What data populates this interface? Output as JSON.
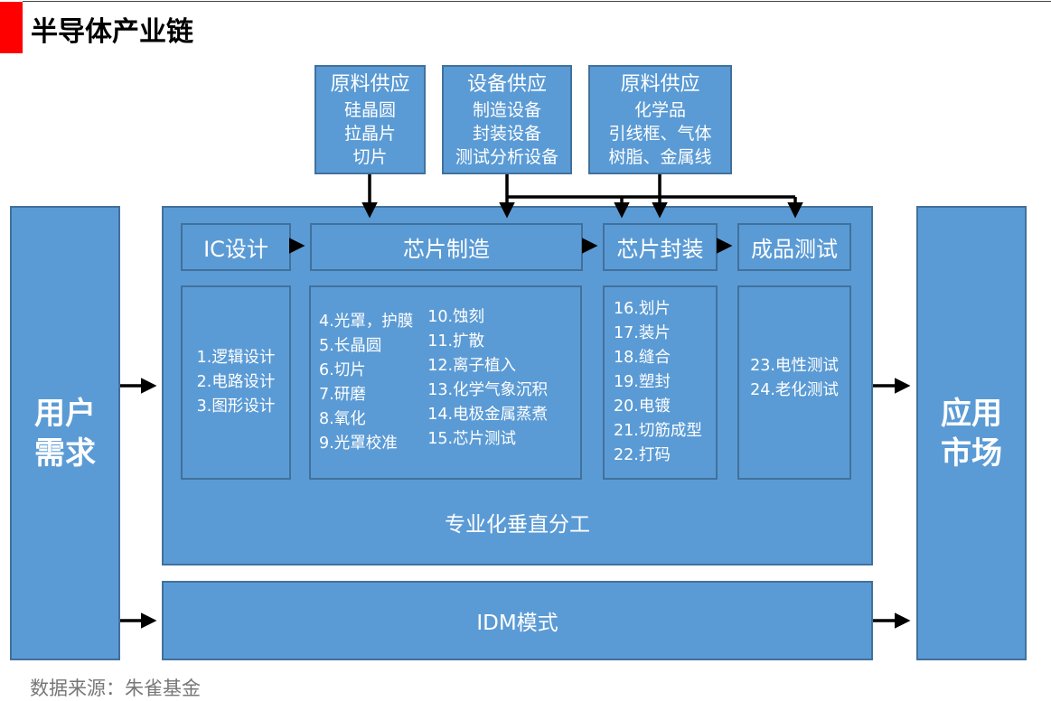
{
  "title": "半导体产业链",
  "suppliers": [
    {
      "heading": "原料供应",
      "lines": [
        "硅晶圆",
        "拉晶片",
        "切片"
      ]
    },
    {
      "heading": "设备供应",
      "lines": [
        "制造设备",
        "封装设备",
        "测试分析设备"
      ]
    },
    {
      "heading": "原料供应",
      "lines": [
        "化学品",
        "引线框、气体",
        "树脂、金属线"
      ]
    }
  ],
  "left_box": {
    "line1": "用户",
    "line2": "需求"
  },
  "right_box": {
    "line1": "应用",
    "line2": "市场"
  },
  "stages": [
    "IC设计",
    "芯片制造",
    "芯片封装",
    "成品测试"
  ],
  "details": {
    "design": [
      "1.逻辑设计",
      "2.电路设计",
      "3.图形设计"
    ],
    "manufacturing_col1": [
      "4.光罩，护膜",
      "5.长晶圆",
      "6.切片",
      "7.研磨",
      "8.氧化",
      "9.光罩校准"
    ],
    "manufacturing_col2": [
      "10.蚀刻",
      "11.扩散",
      "12.离子植入",
      "13.化学气象沉积",
      "14.电极金属蒸煮",
      "15.芯片测试"
    ],
    "packaging": [
      "16.划片",
      "17.装片",
      "18.缝合",
      "19.塑封",
      "20.电镀",
      "21.切筋成型",
      "22.打码"
    ],
    "testing": [
      "23.电性测试",
      "24.老化测试"
    ]
  },
  "vertical_label": "专业化垂直分工",
  "idm_label": "IDM模式",
  "source": "数据来源：朱雀基金",
  "colors": {
    "fill": "#5b9bd5",
    "border": "#41719c",
    "accent": "#ff0000"
  }
}
